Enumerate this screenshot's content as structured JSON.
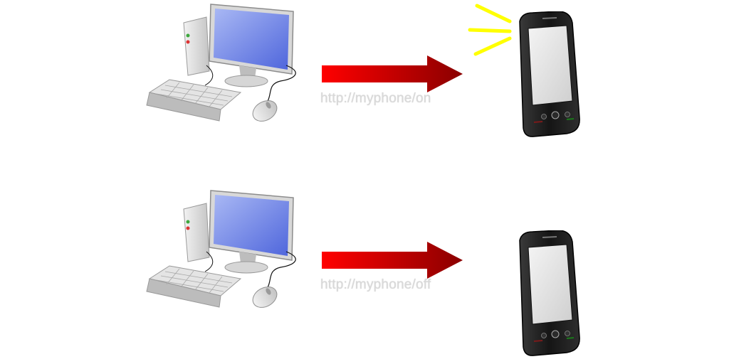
{
  "requests": [
    {
      "url": "http://myphone/on",
      "phone_state": "ringing"
    },
    {
      "url": "http://myphone/off",
      "phone_state": "idle"
    }
  ],
  "icons": {
    "computer": "desktop-computer-icon",
    "arrow": "right-arrow-icon",
    "phone": "smartphone-icon",
    "rays": "ring-signal-rays-icon"
  },
  "colors": {
    "arrow_start": "#ff0000",
    "arrow_end": "#8a0000",
    "screen_blue": "#6e84e8",
    "rays": "#ffff00",
    "url_text": "#d9d9d9"
  }
}
